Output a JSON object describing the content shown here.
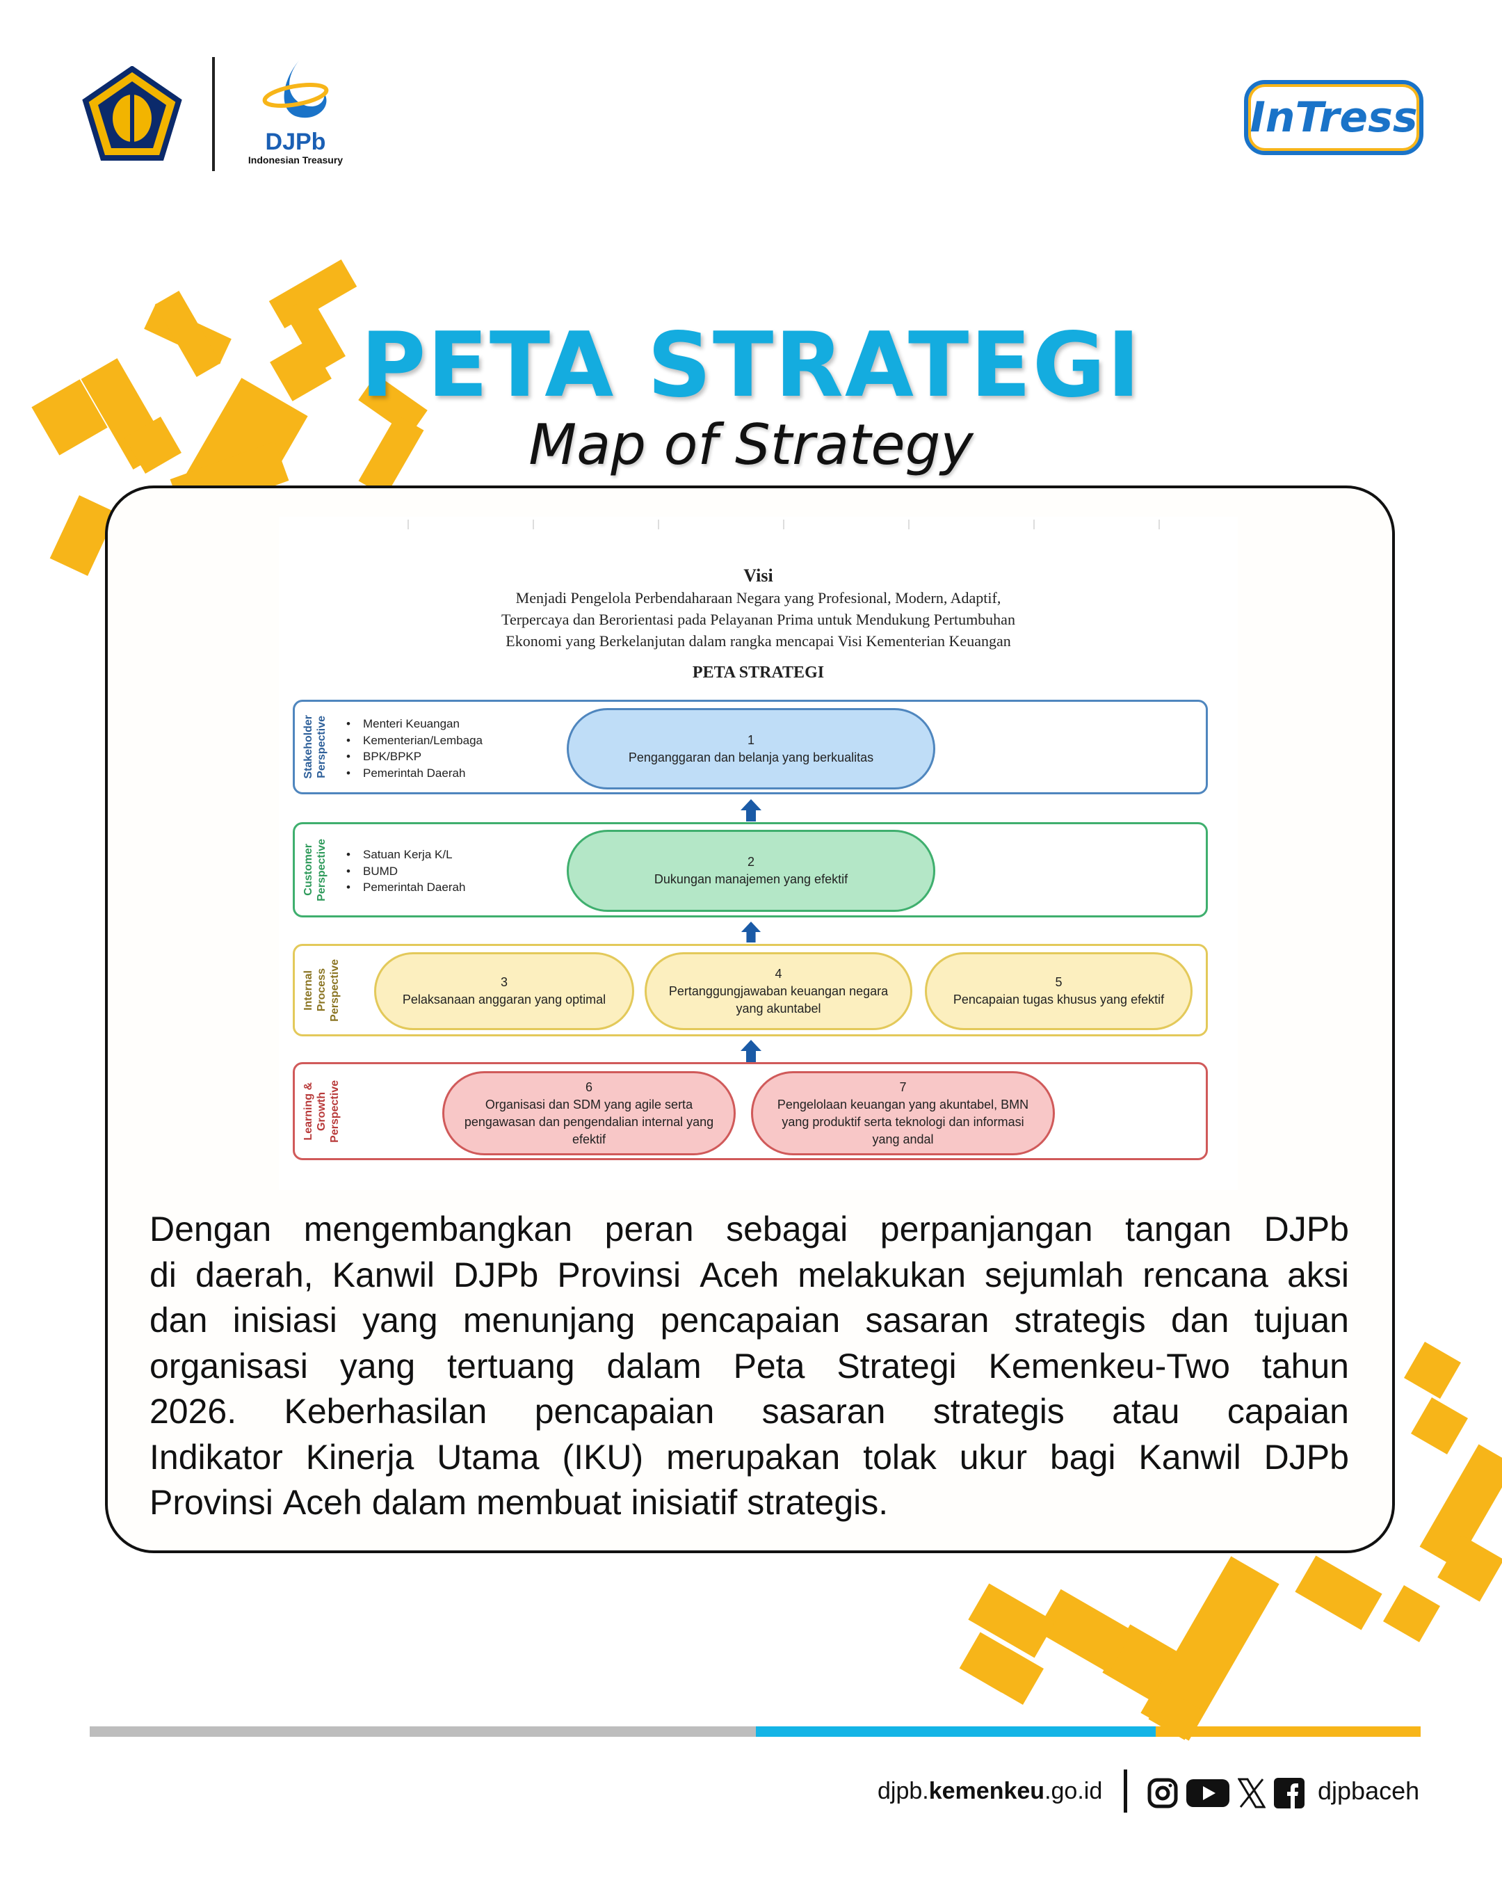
{
  "header": {
    "ministry_logo": "Kementerian Keuangan emblem",
    "djpb_logo": {
      "name": "DJPb",
      "tagline": "Indonesian Treasury"
    },
    "program_logo": "InTress"
  },
  "title": "PETA STRATEGI",
  "subtitle": "Map of Strategy",
  "diagram": {
    "vision_heading": "Visi",
    "vision_lines": [
      "Menjadi Pengelola Perbendaharaan Negara yang Profesional, Modern, Adaptif,",
      "Terpercaya dan Berorientasi pada Pelayanan Prima untuk Mendukung Pertumbuhan",
      "Ekonomi yang Berkelanjutan dalam rangka mencapai Visi Kementerian Keuangan"
    ],
    "heading": "PETA STRATEGI",
    "rows": [
      {
        "label": [
          "Stakeholder",
          "Perspective"
        ],
        "color": "#4F86BE",
        "stakeholders": [
          "Menteri Keuangan",
          "Kementerian/Lembaga",
          "BPK/BPKP",
          "Pemerintah Daerah"
        ],
        "objectives": [
          {
            "number": "1",
            "text": "Penganggaran dan belanja yang berkualitas"
          }
        ]
      },
      {
        "label": [
          "Customer",
          "Perspective"
        ],
        "color": "#3FAF6E",
        "stakeholders": [
          "Satuan Kerja K/L",
          "BUMD",
          "Pemerintah Daerah"
        ],
        "objectives": [
          {
            "number": "2",
            "text": "Dukungan manajemen yang efektif"
          }
        ]
      },
      {
        "label": [
          "Internal",
          "Process",
          "Perspective"
        ],
        "color": "#E3C95A",
        "stakeholders": [],
        "objectives": [
          {
            "number": "3",
            "text": "Pelaksanaan anggaran yang optimal"
          },
          {
            "number": "4",
            "text": "Pertanggungjawaban keuangan negara yang akuntabel"
          },
          {
            "number": "5",
            "text": "Pencapaian tugas khusus yang efektif"
          }
        ]
      },
      {
        "label": [
          "Learning &",
          "Growth",
          "Perspective"
        ],
        "color": "#D05A5A",
        "stakeholders": [],
        "objectives": [
          {
            "number": "6",
            "text": "Organisasi dan SDM yang agile serta pengawasan dan pengendalian internal yang efektif"
          },
          {
            "number": "7",
            "text": "Pengelolaan keuangan yang akuntabel, BMN yang produktif serta teknologi dan informasi yang andal"
          }
        ]
      }
    ]
  },
  "description_lines": [
    "Dengan mengembangkan peran sebagai perpanjangan tangan DJPb",
    "di daerah, Kanwil DJPb Provinsi Aceh melakukan sejumlah rencana aksi",
    "dan inisiasi yang menunjang pencapaian sasaran strategis dan tujuan",
    "organisasi yang tertuang dalam Peta Strategi Kemenkeu-Two tahun",
    "2026. Keberhasilan pencapaian sasaran strategis atau capaian",
    "Indikator Kinerja Utama (IKU) merupakan tolak ukur bagi Kanwil DJPb",
    "Provinsi Aceh dalam membuat inisiatif strategis."
  ],
  "footer": {
    "website_prefix": "djpb.",
    "website_bold": "kemenkeu",
    "website_suffix": ".go.id",
    "social_icons": [
      "instagram-icon",
      "youtube-icon",
      "x-icon",
      "facebook-icon"
    ],
    "handle": "djpbaceh"
  },
  "colors": {
    "accent_blue": "#14ACDF",
    "accent_yellow": "#F7B519",
    "bar_gray": "#BDBDBD"
  }
}
